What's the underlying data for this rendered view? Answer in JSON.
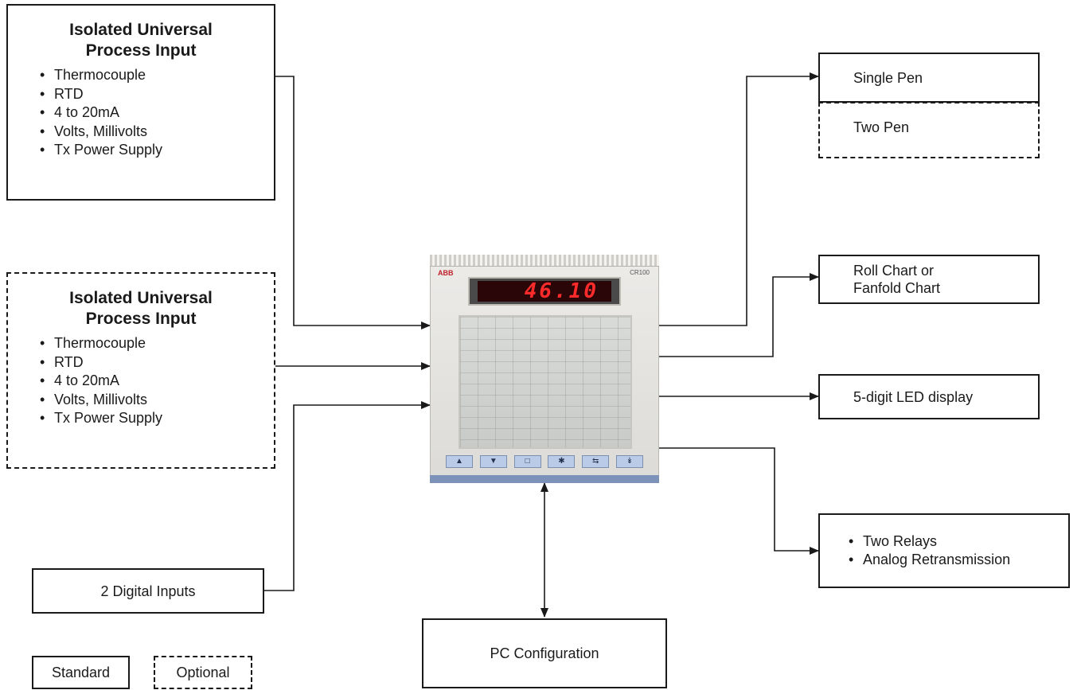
{
  "input1": {
    "title_line1": "Isolated Universal",
    "title_line2": "Process Input",
    "items": [
      "Thermocouple",
      "RTD",
      "4 to 20mA",
      "Volts, Millivolts",
      "Tx Power Supply"
    ]
  },
  "input2": {
    "title_line1": "Isolated Universal",
    "title_line2": "Process Input",
    "items": [
      "Thermocouple",
      "RTD",
      "4 to 20mA",
      "Volts, Millivolts",
      "Tx Power Supply"
    ]
  },
  "digital_inputs": "2 Digital Inputs",
  "legend": {
    "standard": "Standard",
    "optional": "Optional"
  },
  "pc_config": "PC Configuration",
  "pen": {
    "single": "Single Pen",
    "two": "Two Pen"
  },
  "chart_type": {
    "line1": "Roll Chart or",
    "line2": "Fanfold Chart"
  },
  "led_display": "5-digit LED display",
  "outputs": {
    "items": [
      "Two Relays",
      "Analog Retransmission"
    ]
  },
  "device": {
    "brand": "ABB",
    "model": "CR100",
    "reading": "46.10"
  },
  "colors": {
    "line": "#1a1a1a",
    "led": "#ff2a2a",
    "keys": "#b9cbe6"
  }
}
